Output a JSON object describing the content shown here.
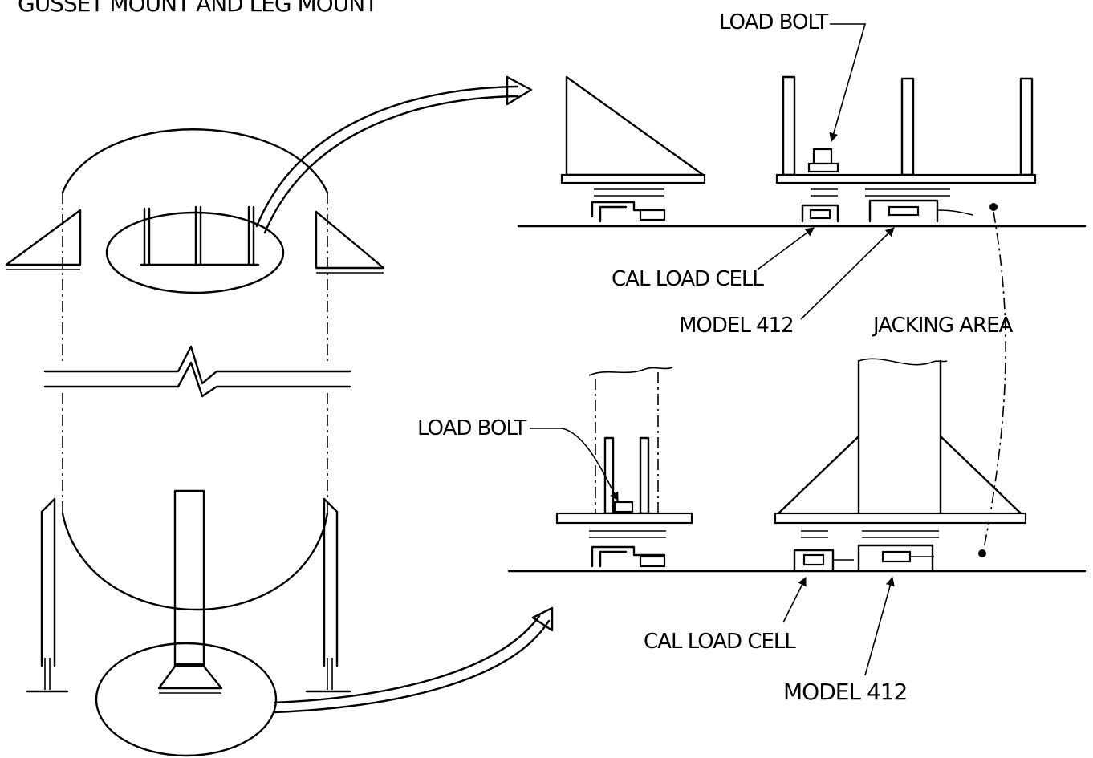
{
  "title": "GUSSET MOUNT AND LEG MOUNT",
  "labels": {
    "load_bolt_top": "LOAD BOLT",
    "cal_load_cell_top": "CAL LOAD CELL",
    "model_412_top": "MODEL 412",
    "jacking_area": "JACKING AREA",
    "load_bolt_bottom": "LOAD BOLT",
    "cal_load_cell_bottom": "CAL LOAD CELL",
    "model_412_bottom": "MODEL 412"
  }
}
